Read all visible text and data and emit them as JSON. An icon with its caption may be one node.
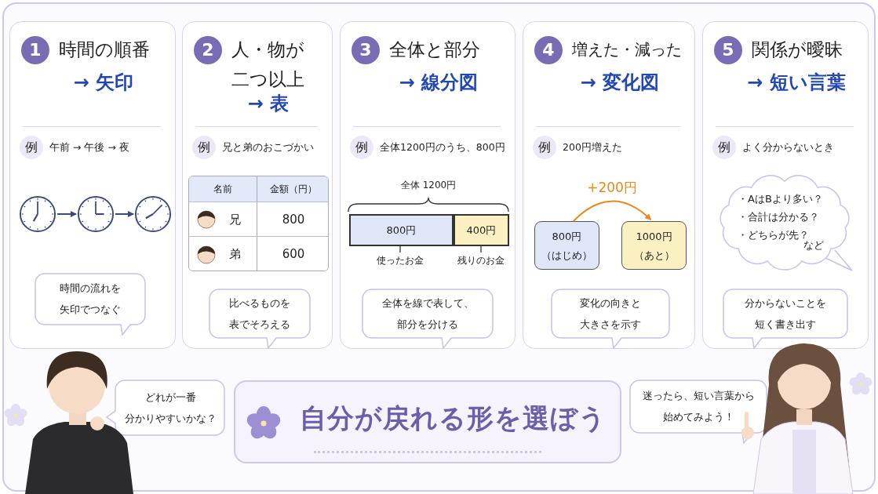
{
  "diagram": {
    "nodes": [
      {
        "text": [
          "1",
          "時間の順番",
          "→ 矢印",
          "例",
          "午前 → 午後 → 夜"
        ]
      },
      {
        "text": [],
        "shape": "circle",
        "in": 0
      },
      {
        "text": [],
        "shape": "circle",
        "in": 0
      },
      {
        "text": [],
        "shape": "circle",
        "in": 0
      },
      {
        "text": [
          "時間の流れを矢印でつなぐ"
        ],
        "in": 0
      },
      {
        "text": [
          "2",
          "人・物が二つ以上",
          "→ 表",
          "例",
          "兄と弟のおこづかい"
        ]
      },
      {
        "text": [
          "比べるものを表でそろえる"
        ],
        "in": 5
      },
      {
        "text": [
          "3",
          "全体と部分",
          "→ 線分図",
          "例",
          "全体1200円のうち、800円"
        ]
      },
      {
        "text": [
          "800円"
        ],
        "in": 7
      },
      {
        "text": [
          "400円"
        ],
        "in": 7
      },
      {
        "text": [
          "全体を線で表して、部分を分ける"
        ],
        "in": 7
      },
      {
        "text": [
          "4",
          "増えた・減った",
          "→ 変化図",
          "例",
          "200円増えた"
        ]
      },
      {
        "text": [
          "800円",
          "（はじめ）"
        ],
        "in": 11
      },
      {
        "text": [
          "1000円",
          "（あと）"
        ],
        "in": 11
      },
      {
        "text": [
          "変化の向きと大きさを示す"
        ],
        "in": 11
      },
      {
        "text": [
          "5",
          "関係が曖昧",
          "→ 短い言葉",
          "例",
          "よく分からないとき"
        ]
      },
      {
        "text": [
          "・AはBより多い？",
          "・合計は分かる？",
          "・どちらが先？",
          "など"
        ],
        "in": 15
      },
      {
        "text": [
          "分からないことを短く書き出す"
        ],
        "in": 15
      },
      {
        "text": [
          "どれが一番分かりやすいかな？"
        ]
      },
      {
        "text": [
          "自分が戻れる形を選ぼう"
        ]
      },
      {
        "text": [
          "迷ったら、短い言葉から始めてみよう！"
        ]
      }
    ],
    "edges": [
      {
        "from": 1,
        "to": 2,
        "arrow": "to"
      },
      {
        "from": 2,
        "to": 3,
        "arrow": "to"
      },
      {
        "from": 12,
        "to": 13,
        "arrow": "to",
        "label": "+200円",
        "color": "#e8891c"
      }
    ],
    "labels": [
      "名前",
      "金額（円）",
      "兄",
      "800",
      "弟",
      "600",
      "全体 1200円",
      "使ったお金",
      "残りのお金"
    ]
  }
}
